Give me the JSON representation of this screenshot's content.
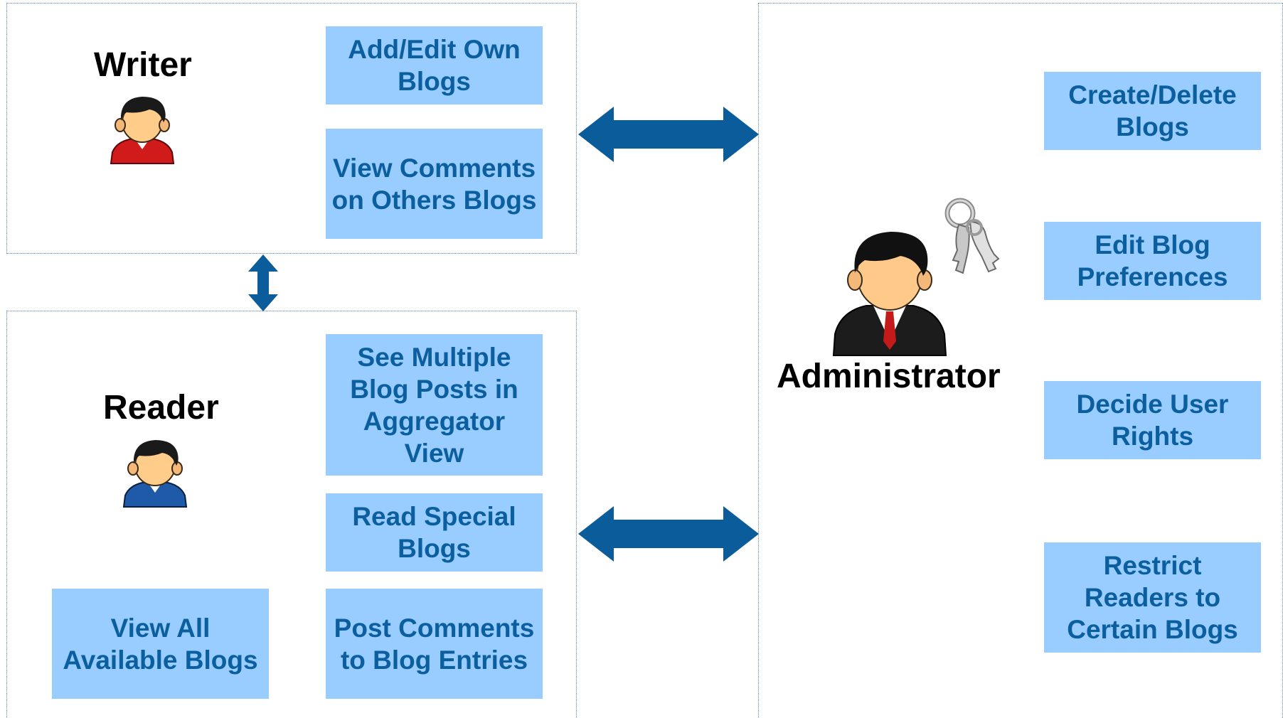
{
  "roles": {
    "writer": "Writer",
    "reader": "Reader",
    "administrator": "Administrator"
  },
  "writer_actions": {
    "add_edit_own_blogs": "Add/Edit Own Blogs",
    "view_comments": "View Comments on Others Blogs"
  },
  "reader_actions": {
    "see_multiple_posts": "See Multiple Blog Posts in Aggregator View",
    "read_special_blogs": "Read Special Blogs",
    "post_comments": "Post Comments to Blog Entries",
    "view_all_blogs": "View All Available Blogs"
  },
  "admin_actions": {
    "create_delete_blogs": "Create/Delete Blogs",
    "edit_preferences": "Edit Blog Preferences",
    "decide_user_rights": "Decide User Rights",
    "restrict_readers": "Restrict Readers to Certain Blogs"
  },
  "colors": {
    "box_fill": "#99ccff",
    "box_text": "#0b5f9f",
    "arrow": "#0a5c9a",
    "panel_border": "#5b84a8"
  },
  "icons": {
    "writer": "user-red-shirt-icon",
    "reader": "user-blue-shirt-icon",
    "administrator": "admin-suit-icon",
    "keys": "keys-icon"
  }
}
